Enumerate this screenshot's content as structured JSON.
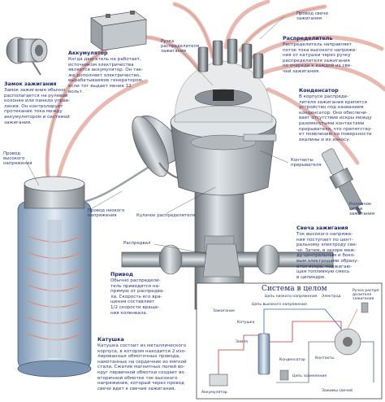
{
  "labels": {
    "high_voltage_wire_top": "Провод свечи\nзажигания",
    "distributor_cap": "Ручка\nраспределителя\nзажигания",
    "hv_wire_left": "Провод\nвысокого\nнапряжения",
    "lv_wire": "Провод низкого\nнапряжения",
    "contacts": "Контакты\nпрерывателя",
    "cam": "Кулачок распределителя",
    "distributor_shaft": "Распредвал",
    "spark_plug_cap": "Колпачок\nсвечи\nзажигания"
  },
  "sections": {
    "ignition_lock": {
      "title": "Замок зажигания",
      "body": "Замок зажигания обычно\nрасполагается на рулевой\nколонке или панели управ-\nления. Он контролирует\nпротекание тока между\nаккумулятором и системой\nзажигания."
    },
    "battery": {
      "title": "Аккумулятор",
      "body": "Когда двигатель не работает,\nисточником электричества\nявляется аккумулятор. Он так-\nже дополняет электричество,\nвырабатываемое генератором,\nесли тот выдает менее 12\nвольт."
    },
    "distributor": {
      "title": "Распределитель",
      "body": "Распределитель направляет\nпоток тока высокого напряже-\nния от катушки через ручку\nраспределителя зажигания\nпо очереди к каждой из све-\nчей зажигания."
    },
    "condenser": {
      "title": "Конденсатор",
      "body": "В корпусе распреде-\nлителя зажигания крепится\nустройство под названием\nконденсатор. Оно обеспечи-\nвает отсутствие искры между\nразомкнутыми контактами\nпрерывателя, что препятству-\nет появлению на поверхности\nокалины и их износу."
    },
    "spark_plug": {
      "title": "Свеча зажигания",
      "body": "Ток высокого напряже-\nния поступает по цент-\nральному электроду све-\nчи. Затем, в зазоре меж-\nду центральным и боко-\nвым электродами образу-\nется искра, поджигаю-\nщая топливную смесь\nв цилиндре."
    },
    "drive": {
      "title": "Привод",
      "body": "Обычно распредели-\nтель приводится на-\nпрямую от распредва-\nла. Скорость его вра-\nщения составляет\n1/2 скорости враще-\nния коленвала."
    },
    "coil": {
      "title": "Катушка",
      "body": "Катушка состоит из металлического\nкорпуса, в котором находится 2 изо-\nлированных обмоточных провода,\nнамотанных на сердечник из мягкой\nстали. Сжатие магнитных полей во-\nкруг первичной обмотки создает во\nвторичной обмотке ток высокого\nнапряжения, который через провод\nсвечи идет к свечам зажигания."
    }
  },
  "inset": {
    "title": "Система в целом",
    "labels": {
      "lv_circuit": "Цепь низкого напряжения",
      "hv_circuit": "Цепь высокого напряжения",
      "ignition": "Зажигание",
      "coil": "Катушка",
      "ground": "Земля",
      "battery": "Аккумулятор",
      "condenser": "Конденсатор",
      "electrode": "Электрод",
      "rotor": "Ручка распре-\nделителя\nзажигания",
      "contacts": "Контакты",
      "ground_circuit": "Цепь заземления",
      "spark_plugs": "Зажимы свечей"
    }
  },
  "colors": {
    "heading": "#1b2a6b",
    "body_text": "#2a3a7a",
    "wire": "#e8b9b0",
    "metal": "#9aa2a8",
    "inset_border": "#444444"
  }
}
